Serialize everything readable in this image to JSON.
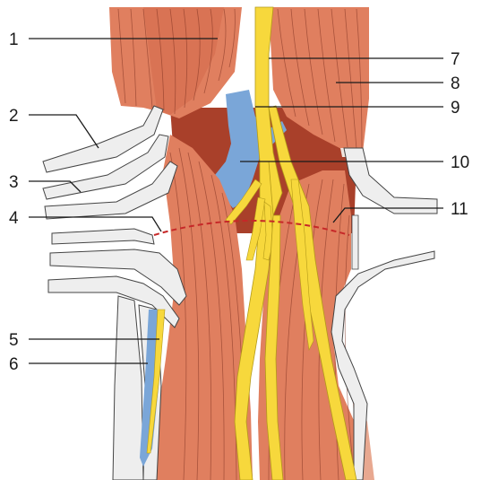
{
  "colors": {
    "muscle": "#e07f5f",
    "muscle_dark": "#c9593b",
    "fossa": "#a9402a",
    "nerve": "#f7d83c",
    "vein": "#7aa6d8",
    "tendon": "#eeeeee",
    "marker_line": "#c62828"
  },
  "labels": [
    {
      "id": "1",
      "text": "1"
    },
    {
      "id": "2",
      "text": "2"
    },
    {
      "id": "3",
      "text": "3"
    },
    {
      "id": "4",
      "text": "4"
    },
    {
      "id": "5",
      "text": "5"
    },
    {
      "id": "6",
      "text": "6"
    },
    {
      "id": "7",
      "text": "7"
    },
    {
      "id": "8",
      "text": "8"
    },
    {
      "id": "9",
      "text": "9"
    },
    {
      "id": "10",
      "text": "10"
    },
    {
      "id": "11",
      "text": "11"
    }
  ]
}
